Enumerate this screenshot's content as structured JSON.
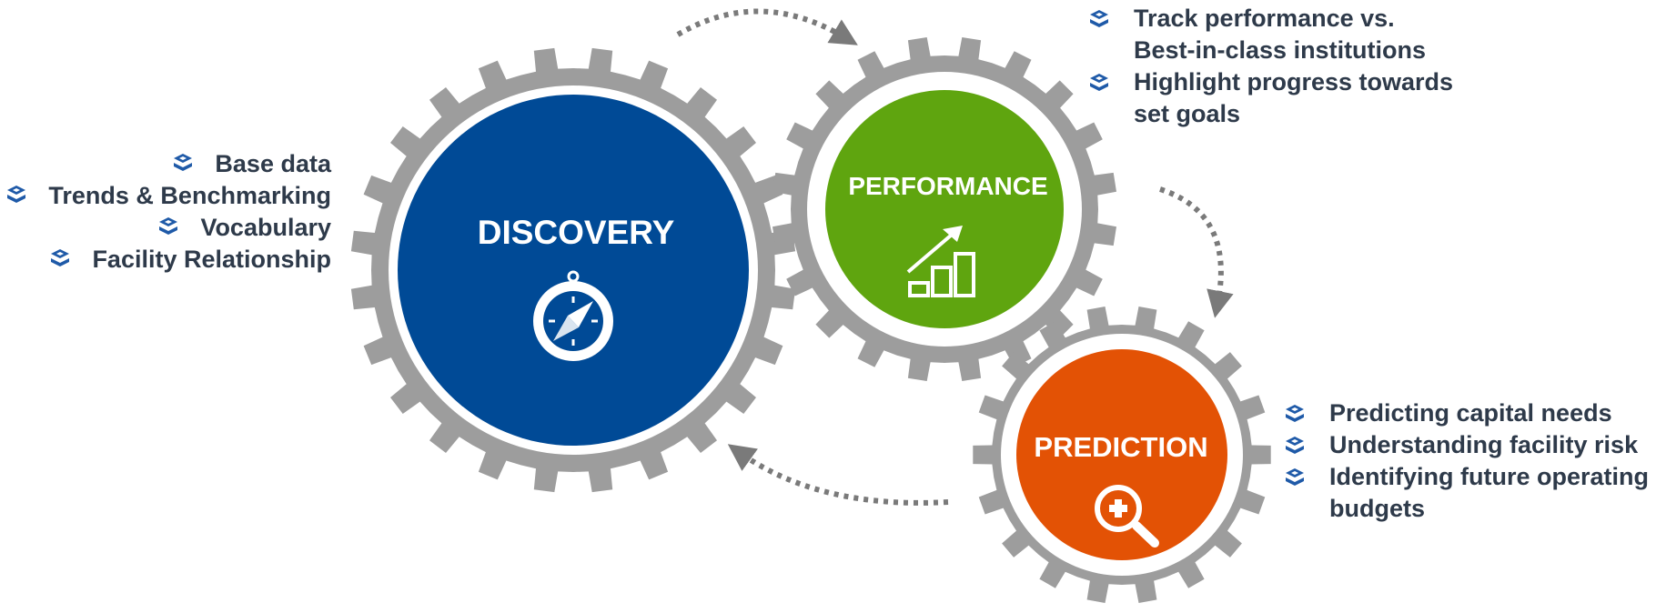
{
  "colors": {
    "discovery": "#004a96",
    "performance": "#5fa50f",
    "prediction": "#e35205",
    "gear": "#9d9d9d",
    "text": "#2e3a4a",
    "bullet": "#1f5aa8"
  },
  "gears": {
    "discovery": {
      "label": "DISCOVERY",
      "icon": "compass-icon"
    },
    "performance": {
      "label": "PERFORMANCE",
      "icon": "bar-chart-growth-icon"
    },
    "prediction": {
      "label": "PREDICTION",
      "icon": "magnifier-plus-icon"
    }
  },
  "lists": {
    "discovery": [
      "Base data",
      "Trends & Benchmarking",
      "Vocabulary",
      "Facility Relationship"
    ],
    "performance": [
      {
        "line1": "Track performance vs.",
        "line2": "Best-in-class institutions"
      },
      {
        "line1": "Highlight progress towards",
        "line2": "set goals"
      }
    ],
    "prediction": [
      {
        "line1": "Predicting capital needs",
        "line2": ""
      },
      {
        "line1": "Understanding facility risk",
        "line2": ""
      },
      {
        "line1": "Identifying future operating",
        "line2": "budgets"
      }
    ]
  }
}
